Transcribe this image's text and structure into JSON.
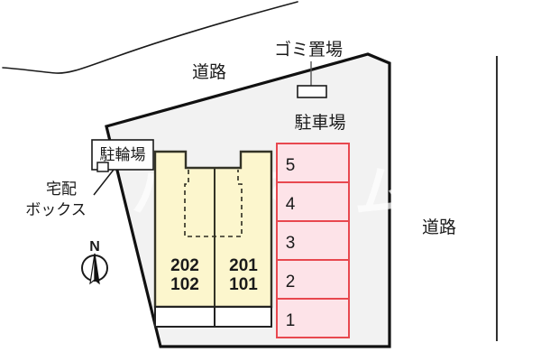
{
  "plan": {
    "title_alt": "区画図",
    "watermark": "ハウスコム",
    "colors": {
      "site_fill": "#f2f2f2",
      "site_stroke": "#111111",
      "building_fill": "#fcf6cd",
      "building_stroke": "#333326",
      "balcony_fill": "#ffffff",
      "parking_fill": "#fde3e8",
      "parking_stroke": "#e8484f",
      "road_line": "#1a1a1a",
      "text": "#1a1a1a"
    }
  },
  "labels": {
    "road_top": "道路",
    "road_right": "道路",
    "trash_area": "ゴミ置場",
    "parking_area": "駐車場",
    "bicycle_parking": "駐輪場",
    "delivery_box_line1": "宅配",
    "delivery_box_line2": "ボックス",
    "north": "N"
  },
  "building": {
    "units": [
      {
        "name": "unit-left",
        "upper": "202",
        "lower": "102"
      },
      {
        "name": "unit-right",
        "upper": "201",
        "lower": "101"
      }
    ]
  },
  "parking": {
    "stalls": [
      {
        "number": "5"
      },
      {
        "number": "4"
      },
      {
        "number": "3"
      },
      {
        "number": "2"
      },
      {
        "number": "1"
      }
    ]
  }
}
